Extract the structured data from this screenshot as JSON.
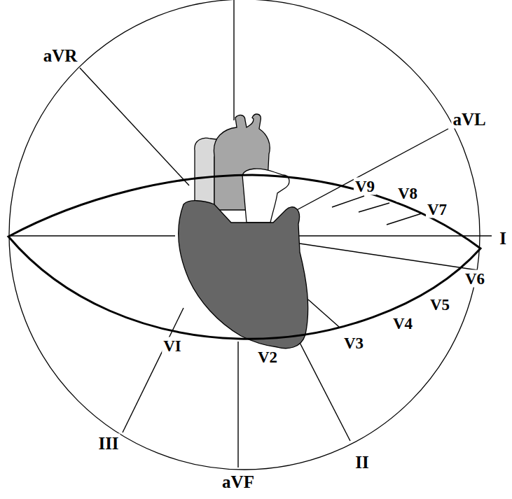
{
  "diagram": {
    "labels": [
      "aVR",
      "aVL",
      "I",
      "V9",
      "V8",
      "V7",
      "V6",
      "V5",
      "V4",
      "V3",
      "V2",
      "VI",
      "III",
      "aVF",
      "II"
    ]
  }
}
